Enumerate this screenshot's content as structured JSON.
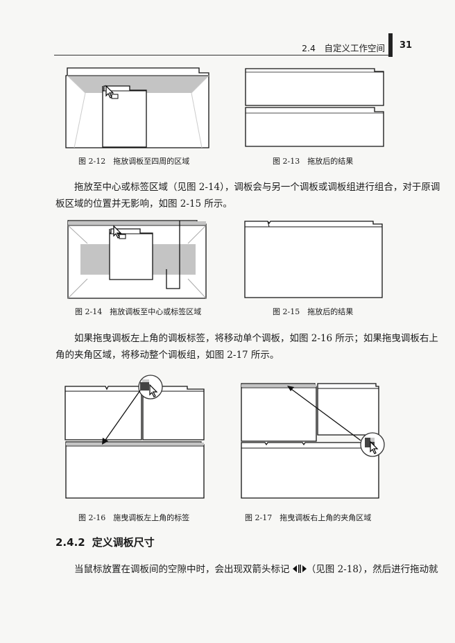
{
  "header": {
    "section": "2.4　自定义工作空间",
    "page_number": "31"
  },
  "figures": [
    {
      "caption": "图 2-12　拖放调板至四周的区域"
    },
    {
      "caption": "图 2-13　拖放后的结果"
    },
    {
      "caption": "图 2-14　拖放调板至中心或标签区域"
    },
    {
      "caption": "图 2-15　拖放后的结果"
    },
    {
      "caption": "图 2-16　施曳调板左上角的标签"
    },
    {
      "caption": "图 2-17　拖曳调板右上角的夹角区域"
    }
  ],
  "paragraphs": [
    {
      "lines": [
        "拖放至中心或标签区域（见图 2-14），调板会与另一个调板或调板组进行组合，对于原调",
        "板区域的位置并无影响，如图 2-15 所示。"
      ]
    },
    {
      "lines": [
        "如果拖曳调板左上角的调板标签，将移动单个调板，如图 2-16 所示；如果拖曳调板右上",
        "角的夹角区域，将移动整个调板组，如图 2-17 所示。"
      ]
    }
  ],
  "section": {
    "number": "2.4.2",
    "title": "定义调板尺寸"
  },
  "last_paragraph": {
    "before_icon": "当鼠标放置在调板间的空隙中时，会出现双箭头标记",
    "icon": "double-arrow-resize-icon",
    "after_icon": "（见图 2-18），然后进行拖动就"
  }
}
